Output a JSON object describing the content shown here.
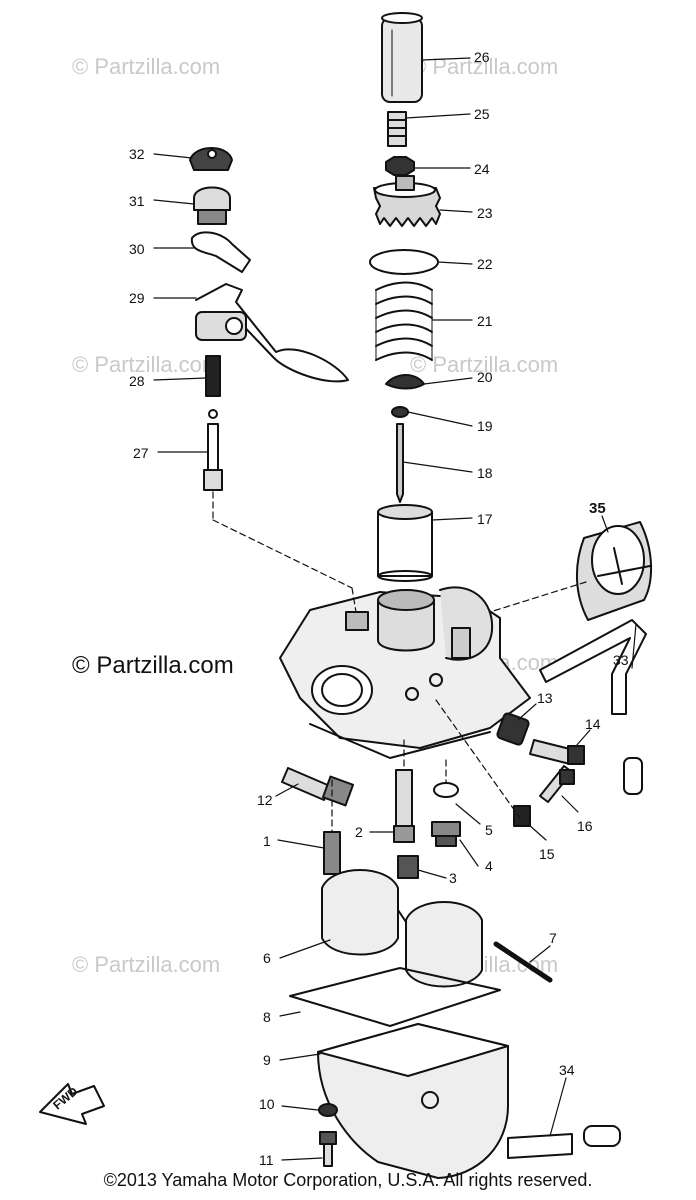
{
  "watermark_text": "© Partzilla.com",
  "brand_text": "© Partzilla.com",
  "footer_text": "©2013 Yamaha Motor Corporation, U.S.A. All rights reserved.",
  "fwd_label": "FWD",
  "callouts": [
    "1",
    "2",
    "3",
    "4",
    "5",
    "6",
    "7",
    "8",
    "9",
    "10",
    "11",
    "12",
    "13",
    "14",
    "15",
    "16",
    "17",
    "18",
    "19",
    "20",
    "21",
    "22",
    "23",
    "24",
    "25",
    "26",
    "27",
    "28",
    "29",
    "30",
    "31",
    "32",
    "33",
    "34",
    "35"
  ]
}
